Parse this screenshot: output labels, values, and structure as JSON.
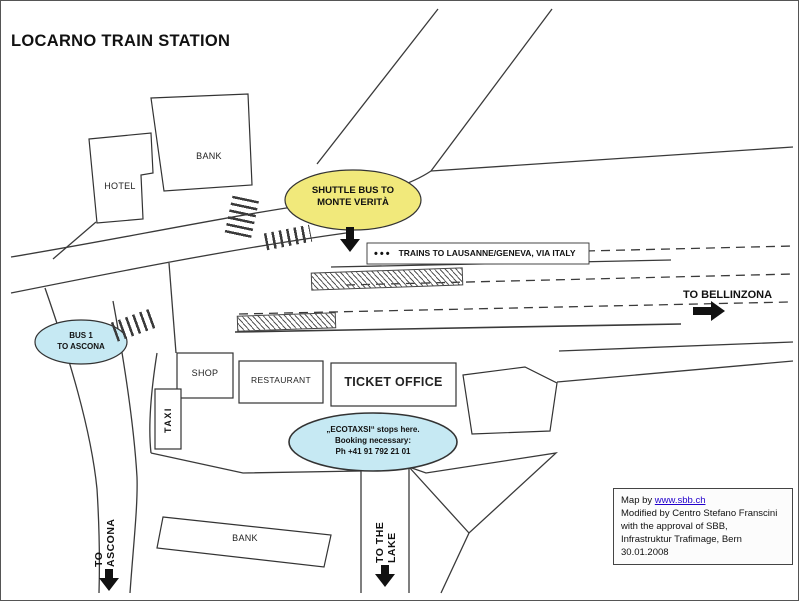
{
  "title": "LOCARNO TRAIN STATION",
  "buildings": {
    "hotel": "HOTEL",
    "bank_top": "BANK",
    "shop": "SHOP",
    "restaurant": "RESTAURANT",
    "ticket_office": "TICKET OFFICE",
    "taxi": "TAXI",
    "bank_bottom": "BANK"
  },
  "bubbles": {
    "shuttle": {
      "line1": "SHUTTLE BUS TO",
      "line2": "MONTE VERITÀ",
      "color": "#f1e97b"
    },
    "bus_ascona": {
      "line1": "BUS 1",
      "line2": "TO ASCONA",
      "color": "#c6e9f3"
    },
    "ecotaxi": {
      "line1": "„ECOTAXSI“ stops here.",
      "line2": "Booking necessary:",
      "line3": "Ph +41 91 792 21 01",
      "color": "#c6e9f3"
    }
  },
  "directions": {
    "trains_dots": "•••",
    "trains": "TRAINS TO LAUSANNE/GENEVA, VIA ITALY",
    "bellinzona": "TO BELLINZONA",
    "ascona": "TO ASCONA",
    "lake": "TO THE LAKE"
  },
  "credits": {
    "map_by": "Map by ",
    "link": "www.sbb.ch",
    "line2": "Modified by Centro Stefano Franscini",
    "line3": "with the approval of SBB,",
    "line4": "Infrastruktur Trafimage, Bern",
    "line5": "30.01.2008"
  }
}
